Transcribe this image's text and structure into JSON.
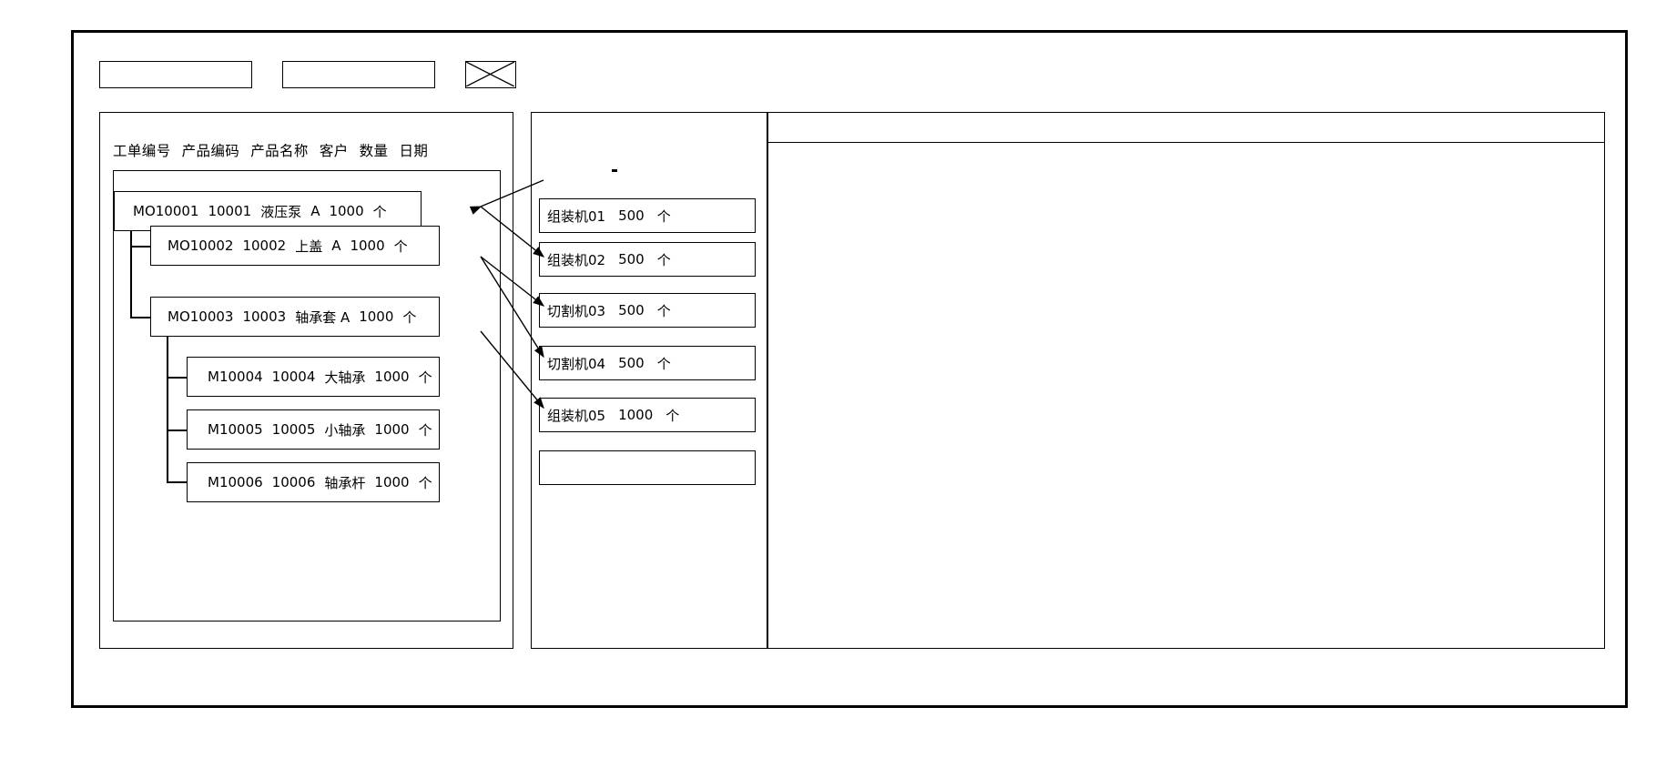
{
  "window": {
    "title": ""
  },
  "toolbar": {
    "field1_value": "",
    "field1_placeholder": "",
    "field2_value": "",
    "field2_placeholder": "",
    "image_icon": "image-placeholder-icon"
  },
  "left_panel": {
    "columns": [
      "工单编号",
      "产品编码",
      "产品名称",
      "客户",
      "数量",
      "日期"
    ],
    "rows": [
      {
        "order_no": "MO10001",
        "product_code": "10001",
        "product_name": "液压泵",
        "customer": "A",
        "qty": "1000",
        "unit": "个",
        "level": 0
      },
      {
        "order_no": "MO10002",
        "product_code": "10002",
        "product_name": "上盖",
        "customer": "A",
        "qty": "1000",
        "unit": "个",
        "level": 1
      },
      {
        "order_no": "MO10003",
        "product_code": "10003",
        "product_name": "轴承套 A",
        "customer": "",
        "qty": "1000",
        "unit": "个",
        "level": 1
      },
      {
        "order_no": "M10004",
        "product_code": "10004",
        "product_name": "大轴承",
        "customer": "",
        "qty": "1000",
        "unit": "个",
        "level": 2
      },
      {
        "order_no": "M10005",
        "product_code": "10005",
        "product_name": "小轴承",
        "customer": "",
        "qty": "1000",
        "unit": "个",
        "level": 2
      },
      {
        "order_no": "M10006",
        "product_code": "10006",
        "product_name": "轴承杆",
        "customer": "",
        "qty": "1000",
        "unit": "个",
        "level": 2
      }
    ]
  },
  "mid_panel": {
    "machines": [
      {
        "name": "组装机01",
        "qty": "500",
        "unit": "个"
      },
      {
        "name": "组装机02",
        "qty": "500",
        "unit": "个"
      },
      {
        "name": "切割机03",
        "qty": "500",
        "unit": "个"
      },
      {
        "name": "切割机04",
        "qty": "500",
        "unit": "个"
      },
      {
        "name": "组装机05",
        "qty": "1000",
        "unit": "个"
      },
      {
        "name": "",
        "qty": "",
        "unit": ""
      }
    ]
  },
  "right_panel": {
    "header_text": "",
    "body_text": ""
  },
  "colors": {
    "stroke": "#000000",
    "background": "#ffffff"
  }
}
